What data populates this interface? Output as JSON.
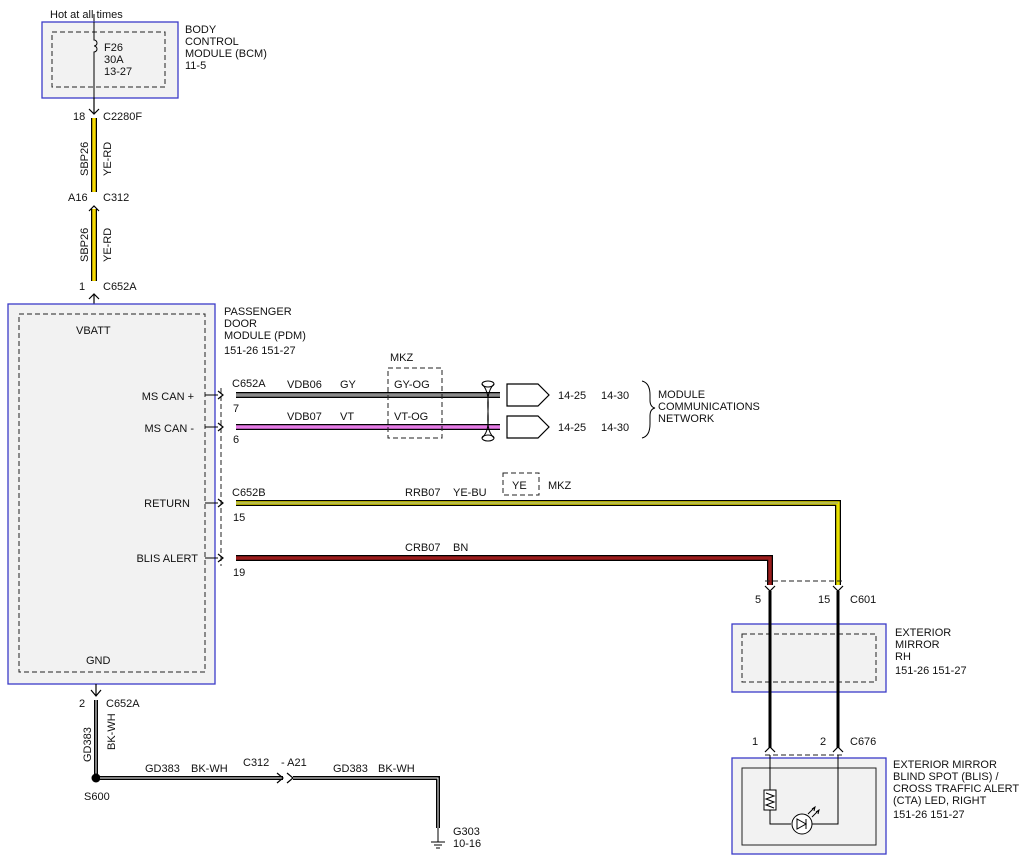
{
  "power": {
    "supply_label": "Hot at all times",
    "fuse_id": "F26",
    "fuse_rating": "30A",
    "fuse_ref": "13-27"
  },
  "bcm": {
    "name_lines": [
      "BODY",
      "CONTROL",
      "MODULE (BCM)",
      "11-5"
    ]
  },
  "feed": {
    "pin_top": "18",
    "conn_top": "C2280F",
    "circuit": "SBP26",
    "color": "YE-RD",
    "pin_mid": "A16",
    "conn_mid": "C312",
    "pin_bot": "1",
    "conn_bot": "C652A"
  },
  "pdm": {
    "name_lines": [
      "PASSENGER",
      "DOOR",
      "MODULE (PDM)",
      "151-26  151-27"
    ],
    "pins": {
      "vbatt": "VBATT",
      "mscan_plus": "MS CAN +",
      "mscan_minus": "MS CAN -",
      "return": "RETURN",
      "blis_alert": "BLIS ALERT",
      "gnd": "GND"
    }
  },
  "can": {
    "conn": "C652A",
    "mkz_label": "MKZ",
    "plus": {
      "pin": "7",
      "circuit": "VDB06",
      "color": "GY",
      "mkz_color": "GY-OG",
      "ref_a": "14-25",
      "ref_b": "14-30"
    },
    "minus": {
      "pin": "6",
      "circuit": "VDB07",
      "color": "VT",
      "mkz_color": "VT-OG",
      "ref_a": "14-25",
      "ref_b": "14-30"
    },
    "network_lines": [
      "MODULE",
      "COMMUNICATIONS",
      "NETWORK"
    ]
  },
  "return_wire": {
    "conn": "C652B",
    "pin": "15",
    "circuit": "RRB07",
    "color": "YE-BU",
    "alt_color": "YE",
    "alt_label": "MKZ"
  },
  "alert_wire": {
    "pin": "19",
    "circuit": "CRB07",
    "color": "BN"
  },
  "mirror_conn": {
    "pin_a": "5",
    "pin_b": "15",
    "conn": "C601"
  },
  "mirror": {
    "name_lines": [
      "EXTERIOR",
      "MIRROR",
      "RH",
      "151-26  151-27"
    ]
  },
  "led_conn": {
    "pin_a": "1",
    "pin_b": "2",
    "conn": "C676"
  },
  "led": {
    "name_lines": [
      "EXTERIOR MIRROR",
      "BLIND SPOT (BLIS) /",
      "CROSS TRAFFIC ALERT",
      "(CTA) LED, RIGHT",
      "151-26  151-27"
    ]
  },
  "ground": {
    "pin": "2",
    "conn": "C652A",
    "circuit": "GD383",
    "color": "BK-WH",
    "splice": "S600",
    "run1_circuit": "GD383",
    "run1_color": "BK-WH",
    "inline_conn": "C312",
    "inline_pin": "- A21",
    "run2_circuit": "GD383",
    "run2_color": "BK-WH",
    "ground_id": "G303",
    "ground_ref": "10-16"
  },
  "colors": {
    "yellow": "#f5d800",
    "gray": "#8a8a8a",
    "violet": "#e67be6",
    "brown": "#9b1c1c",
    "yellow_blue": "#e8e000",
    "box_border": "#3b3bc8",
    "box_fill": "#f2f2f2"
  }
}
